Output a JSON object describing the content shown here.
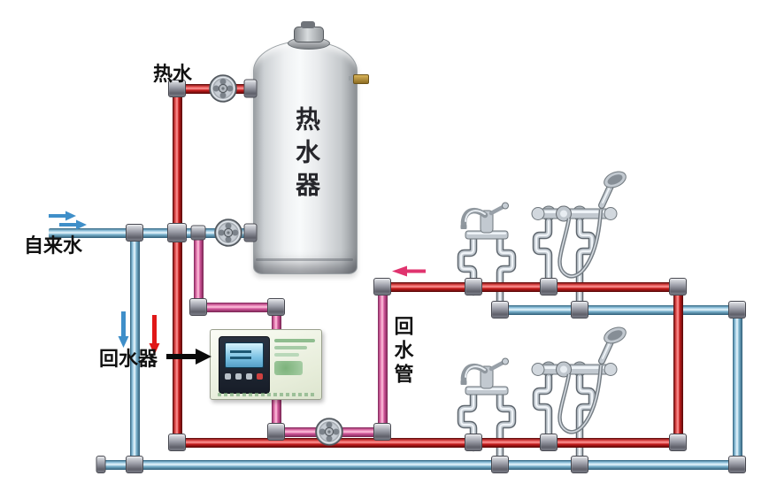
{
  "labels": {
    "hot_water": "热水",
    "tap_water": "自来水",
    "return_device": "回水器",
    "return_pipe": "回水管",
    "water_heater": "热水器"
  },
  "colors": {
    "hot_pipe": "#c51c1c",
    "cold_pipe": "#8fc2dc",
    "return_pipe": "#d2579b",
    "arrow_hot": "#e01818",
    "arrow_cold": "#3f8fc9",
    "arrow_return": "#e0336e",
    "fitting_metal": "#8b8d97",
    "chrome": "#c2c9d0",
    "label_text": "#111111",
    "controller_screen": "#7cc2e4",
    "background": "#ffffff"
  }
}
